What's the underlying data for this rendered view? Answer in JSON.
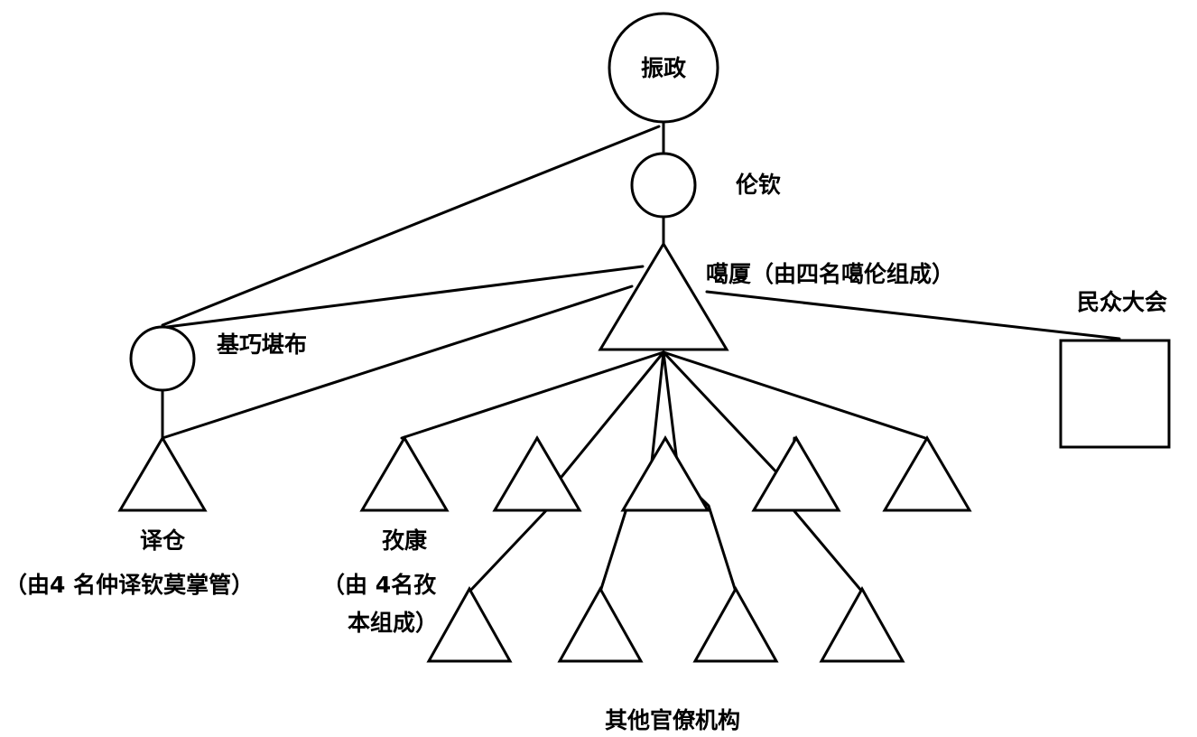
{
  "nodes": {
    "top": {
      "label": "振政"
    },
    "second": {
      "label": "伦钦"
    },
    "council": {
      "label": "噶厦（由四名噶伦组成）"
    },
    "left_circle": {
      "label": "基巧堪布"
    },
    "assembly": {
      "label": "民众大会"
    },
    "yicang": {
      "label_1": "译仓",
      "label_2": "（由4 名仲译钦莫掌管）"
    },
    "zikang": {
      "label_1": "孜康",
      "label_2": "（由 4名孜",
      "label_3": "本组成）"
    },
    "other": {
      "label": "其他官僚机构"
    }
  }
}
